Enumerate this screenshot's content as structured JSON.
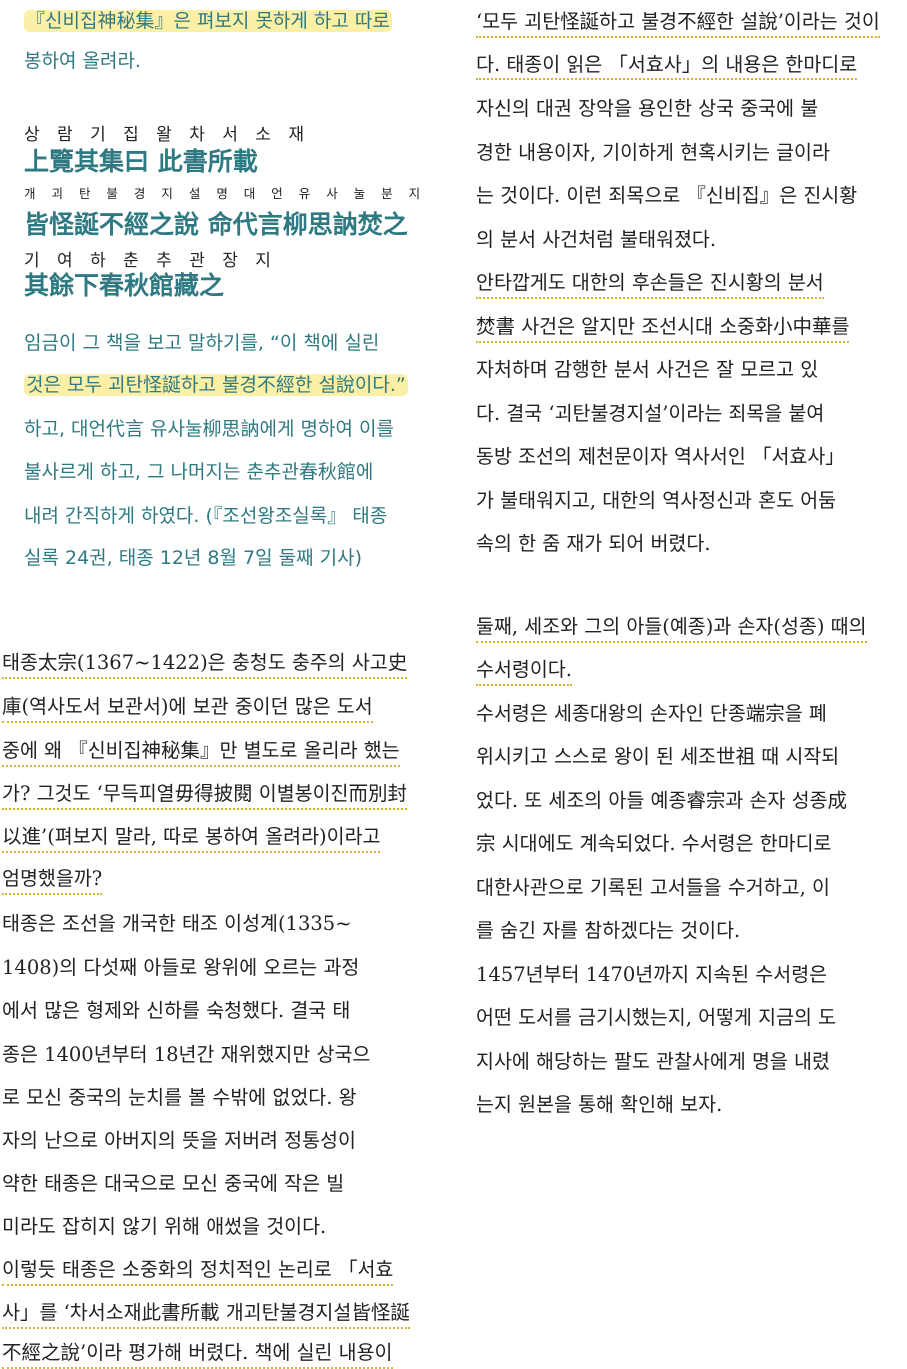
{
  "left": {
    "quote_top": [
      "『신비집神秘集』은 펴보지 못하게 하고 따로",
      "봉하여 올려라."
    ],
    "classical": [
      {
        "ruby": "상 람 기 집 왈 차 서 소 재",
        "hanja": "上覽其集曰 此書所載"
      },
      {
        "ruby": "개 괴 탄 불 경 지 설 명 대 언 유 사 눌 분 지",
        "hanja": "皆怪誕不經之說 命代言柳思訥焚之"
      },
      {
        "ruby": "기 여 하 춘 추 관 장 지",
        "hanja": "其餘下春秋館藏之"
      }
    ],
    "translation": [
      "임금이 그 책을 보고 말하기를, “이 책에 실린",
      "것은 모두 괴탄怪誕하고 불경不經한 설說이다.”",
      "하고, 대언代言 유사눌柳思訥에게 명하여 이를",
      "불사르게 하고, 그 나머지는 춘추관春秋館에",
      "내려 간직하게 하였다. (『조선왕조실록』 태종",
      "실록 24권, 태종 12년 8월 7일 둘째 기사)"
    ],
    "body1": [
      "태종太宗(1367~1422)은 충청도 충주의 사고史",
      "庫(역사도서 보관서)에 보관 중이던 많은 도서",
      "중에 왜 『신비집神秘集』만 별도로 올리라 했는",
      "가? 그것도 ‘무득피열毋得披閱 이별봉이진而別封",
      "以進’(펴보지 말라, 따로 봉하여 올려라)이라고",
      "엄명했을까?"
    ],
    "body2": [
      "태종은 조선을 개국한 태조 이성계(1335~",
      "1408)의 다섯째 아들로 왕위에 오르는 과정",
      "에서 많은 형제와 신하를 숙청했다. 결국 태",
      "종은 1400년부터 18년간 재위했지만 상국으",
      "로 모신 중국의 눈치를 볼 수밖에 없었다. 왕",
      "자의 난으로 아버지의 뜻을 저버려 정통성이",
      "약한 태종은 대국으로 모신 중국에 작은 빌",
      "미라도 잡히지 않기 위해 애썼을 것이다."
    ],
    "body3": [
      "이렇듯 태종은 소중화의 정치적인 논리로 「서효",
      "사」를 ‘차서소재此書所載 개괴탄불경지설皆怪誕",
      "不經之說’이라 평가해 버렸다. 책에 실린 내용이"
    ]
  },
  "right": {
    "p1": [
      "‘모두 괴탄怪誕하고 불경不經한 설說’이라는 것이",
      "다. 태종이 읽은 「서효사」의 내용은 한마디로",
      "자신의 대권 장악을 용인한 상국 중국에 불",
      "경한 내용이자, 기이하게 현혹시키는 글이라",
      "는 것이다. 이런 죄목으로 『신비집』은 진시황",
      "의 분서 사건처럼 불태워졌다."
    ],
    "p2": [
      "안타깝게도 대한의 후손들은 진시황의 분서",
      "焚書 사건은 알지만 조선시대 소중화小中華를",
      "자처하며 감행한 분서 사건은 잘 모르고 있",
      "다. 결국 ‘괴탄불경지설’이라는 죄목을 붙여",
      "동방 조선의 제천문이자 역사서인 「서효사」",
      "가 불태워지고, 대한의 역사정신과 혼도 어둠",
      "속의 한 줌 재가 되어 버렸다."
    ],
    "heading": [
      "둘째, 세조와 그의 아들(예종)과 손자(성종) 때의",
      "수서령이다."
    ],
    "p3": [
      "수서령은 세종대왕의 손자인 단종端宗을 폐",
      "위시키고 스스로 왕이 된 세조世祖 때 시작되",
      "었다. 또 세조의 아들 예종睿宗과 손자 성종成",
      "宗 시대에도 계속되었다. 수서령은 한마디로",
      "대한사관으로 기록된 고서들을 수거하고, 이",
      "를 숨긴 자를 참하겠다는 것이다."
    ],
    "p4": [
      "1457년부터 1470년까지 지속된 수서령은",
      "어떤 도서를 금기시했는지, 어떻게 지금의 도",
      "지사에 해당하는 팔도 관찰사에게 명을 내렸",
      "는지 원본을 통해 확인해 보자."
    ]
  }
}
